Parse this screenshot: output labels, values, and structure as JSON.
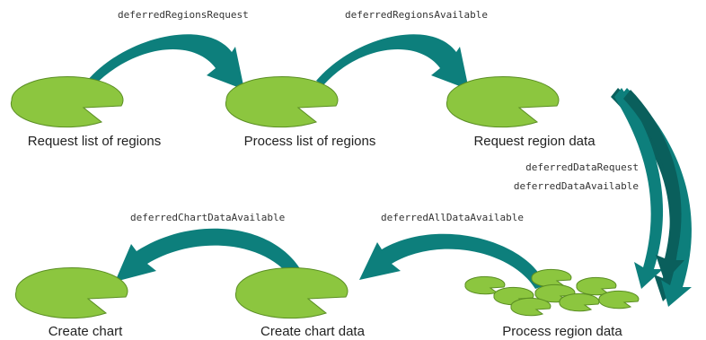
{
  "colors": {
    "pad_fill": "#8cc63f",
    "pad_stroke": "#5a8e23",
    "arrow_fill": "#0d7f7c",
    "arrow_dark": "#0a5f5c",
    "text": "#222222"
  },
  "pads": [
    {
      "caption": "Request list of regions"
    },
    {
      "caption": "Process list of regions"
    },
    {
      "caption": "Request region data"
    },
    {
      "caption": "Create chart"
    },
    {
      "caption": "Create chart data"
    },
    {
      "caption": "Process region data"
    }
  ],
  "arrows": [
    {
      "label": "deferredRegionsRequest"
    },
    {
      "label": "deferredRegionsAvailable"
    },
    {
      "label_line1": "deferredDataRequest",
      "label_line2": "deferredDataAvailable"
    },
    {
      "label": "deferredAllDataAvailable"
    },
    {
      "label": "deferredChartDataAvailable"
    }
  ]
}
